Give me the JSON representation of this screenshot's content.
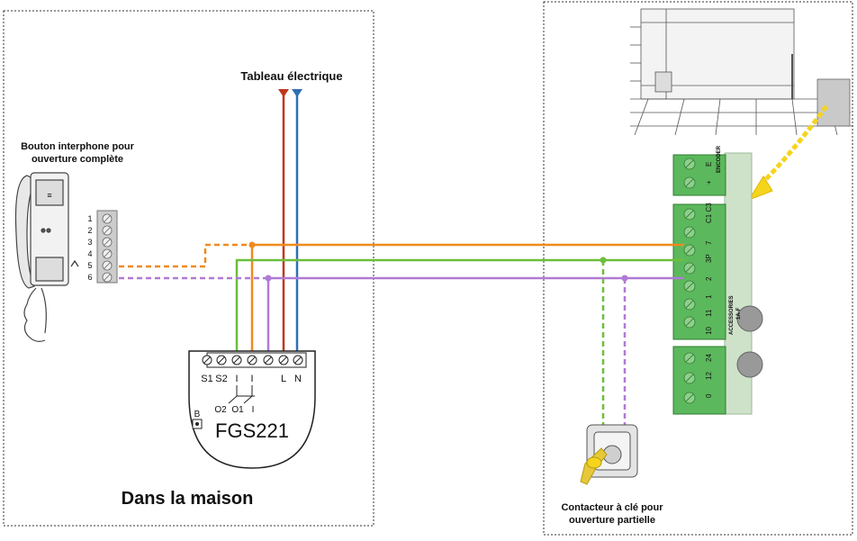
{
  "house_label": "Dans la maison",
  "panel_label": "Tableau électrique",
  "intercom_label_line1": "Bouton interphone pour",
  "intercom_label_line2": "ouverture complète",
  "key_label_line1": "Contacteur à clé pour",
  "key_label_line2": "ouverture partielle",
  "module": {
    "name": "FGS221",
    "terminals": [
      "S1",
      "S2",
      "I",
      "I",
      "L",
      "N"
    ],
    "outputs": [
      "O2",
      "O1",
      "I"
    ],
    "button": "B"
  },
  "intercom_terminals": [
    "1",
    "2",
    "3",
    "4",
    "5",
    "6"
  ],
  "intercom_hint": "≡",
  "controller": {
    "top_block": [
      "E",
      "+"
    ],
    "top_block_label": "ENCODER",
    "main_block": [
      "C1 C3",
      "7",
      "3P",
      "2",
      "1",
      "11",
      "10"
    ],
    "side_label_1": "ACCESSORIES",
    "side_label_2": "1A-F",
    "bottom_block": [
      "24",
      "12",
      "0"
    ]
  },
  "colors": {
    "live": "#c0361d",
    "neutral": "#2f6fb5",
    "orange_wire": "#f08a1e",
    "green_wire": "#6cbf3c",
    "purple_wire": "#b07ad6",
    "board_green": "#5cb85c",
    "yellow_arrow": "#f5d41c"
  }
}
